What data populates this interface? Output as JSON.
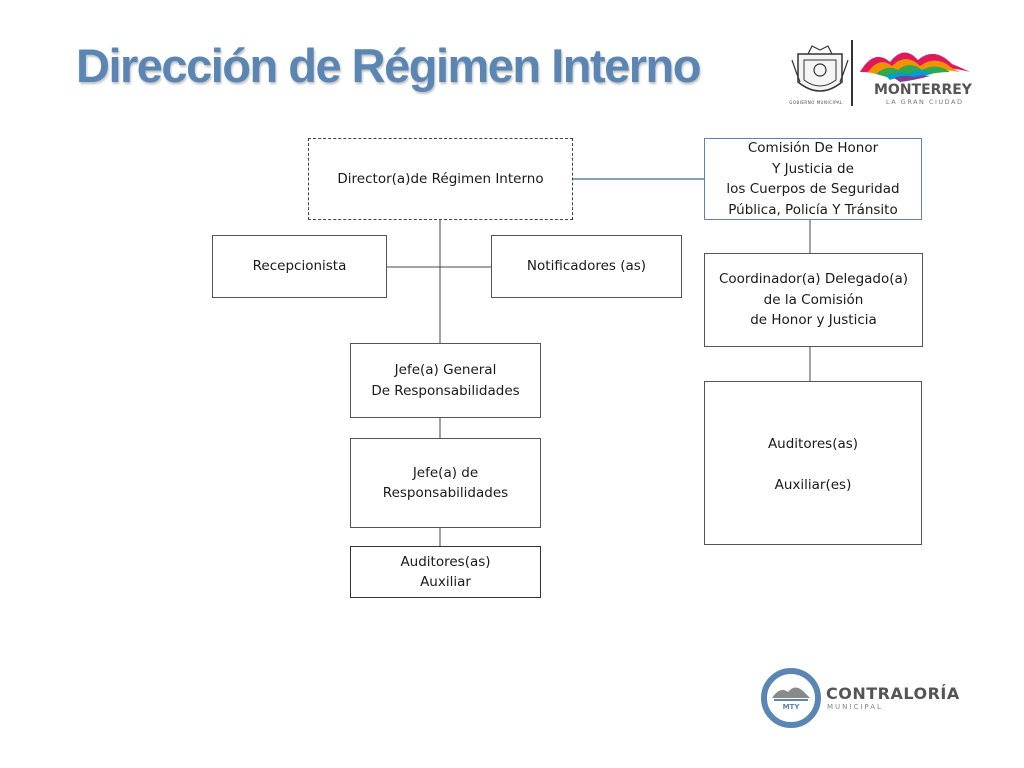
{
  "page": {
    "title": "Dirección de Régimen Interno"
  },
  "logos": {
    "shield_caption": "GOBIERNO MUNICIPAL",
    "city_name": "MONTERREY",
    "city_tagline": "LA GRAN CIUDAD",
    "contraloria_name": "CONTRALORÍA",
    "contraloria_sub": "MUNICIPAL",
    "contraloria_badge": "MTY"
  },
  "org_chart": {
    "director": "Director(a)de Régimen Interno",
    "recepcionista": "Recepcionista",
    "notificadores": "Notificadores (as)",
    "jefe_general": "Jefe(a) General\nDe Responsabilidades",
    "jefe_responsabilidades": "Jefe(a) de\nResponsabilidades",
    "auditores_left": "Auditores(as)\nAuxiliar",
    "comision": "Comisión De Honor\nY Justicia de\nlos Cuerpos de Seguridad\nPública, Policía Y Tránsito",
    "coordinador": "Coordinador(a) Delegado(a)\nde la Comisión\nde Honor y Justicia",
    "auditores_right": "Auditores(as)\n\nAuxiliar(es)"
  },
  "colors": {
    "title": "#5b86b4",
    "connector_blue": "#3d6a99",
    "box_border": "#555555"
  }
}
